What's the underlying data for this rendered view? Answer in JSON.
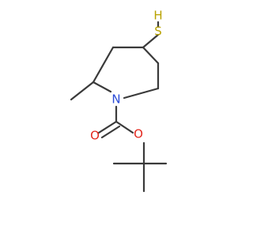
{
  "molecule": {
    "atoms": {
      "S": {
        "symbol": "S",
        "color": "#b8a200"
      },
      "H": {
        "symbol": "H",
        "color": "#b8a200"
      },
      "N": {
        "symbol": "N",
        "color": "#2a4bd7"
      },
      "O_carbonyl": {
        "symbol": "O",
        "color": "#e3281e"
      },
      "O_ester": {
        "symbol": "O",
        "color": "#e3281e"
      }
    },
    "bond_color": "#3a3a3a"
  }
}
